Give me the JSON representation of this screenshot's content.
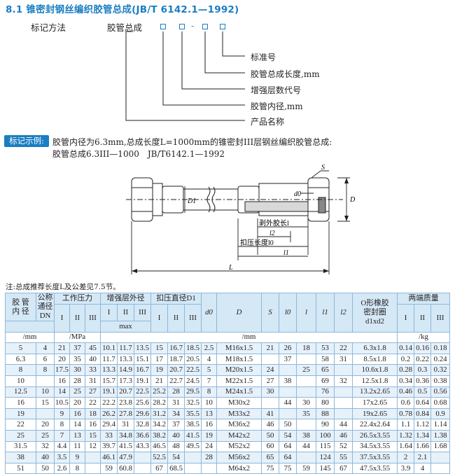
{
  "section_title": "8.1 锥密封钢丝编织胶管总成(JB/T 6142.1—1992)",
  "marking": {
    "method_label": "标记方法",
    "product_label": "胶管总成",
    "separator": "-",
    "legend": [
      "标准号",
      "胶管总成长度,mm",
      "增强层数代号",
      "胶管内径,mm",
      "产品名称"
    ]
  },
  "example": {
    "badge": "标记示例:",
    "line1": "胶管内径为6.3mm,总成长度L=1000mm的锥密封III层钢丝编织胶管总成:",
    "line2": "胶管总成6.3III—1000　JB/T6142.1—1992"
  },
  "drawing": {
    "labels": [
      "S",
      "D1",
      "d0",
      "D",
      "剥外胶长l",
      "l2",
      "扣压长度l0",
      "l1",
      "L"
    ]
  },
  "note": "注:总成推荐长度L及公差见7.5节。",
  "table": {
    "header1": [
      "胶 管\n内 径",
      "公称\n通径\nDN",
      "工作压力",
      "增强层外径",
      "扣压直径D1",
      "d0",
      "D",
      "S",
      "l0",
      "l",
      "l1",
      "l2",
      "O形橡胶\n密封圈\nd1xd2",
      "两端质量"
    ],
    "roman": [
      "I",
      "II",
      "III"
    ],
    "max_label": "max",
    "units": {
      "mm1": "/mm",
      "mpa": "/MPa",
      "mm2": "/mm",
      "kg": "/kg"
    },
    "rows": [
      [
        "5",
        "4",
        "21",
        "37",
        "45",
        "10.1",
        "11.7",
        "13.5",
        "15",
        "16.7",
        "18.5",
        "2.5",
        "M16x1.5",
        "21",
        "26",
        "18",
        "53",
        "22",
        "6.3x1.8",
        "0.14",
        "0.16",
        "0.18"
      ],
      [
        "6.3",
        "6",
        "20",
        "35",
        "40",
        "11.7",
        "13.3",
        "15.1",
        "17",
        "18.7",
        "20.5",
        "4",
        "M18x1.5",
        "",
        "37",
        "",
        "58",
        "31",
        "8.5x1.8",
        "0.2",
        "0.22",
        "0.24"
      ],
      [
        "8",
        "8",
        "17.5",
        "30",
        "33",
        "13.3",
        "14.9",
        "16.7",
        "19",
        "20.7",
        "22.5",
        "5",
        "M20x1.5",
        "24",
        "",
        "25",
        "65",
        "",
        "10.6x1.8",
        "0.28",
        "0.3",
        "0.32"
      ],
      [
        "10",
        "",
        "16",
        "28",
        "31",
        "15.7",
        "17.3",
        "19.1",
        "21",
        "22.7",
        "24.5",
        "7",
        "M22x1.5",
        "27",
        "38",
        "",
        "69",
        "32",
        "12.5x1.8",
        "0.34",
        "0.36",
        "0.38"
      ],
      [
        "12.5",
        "10",
        "14",
        "25",
        "27",
        "19.1",
        "20.7",
        "22.5",
        "25.2",
        "28",
        "29.5",
        "8",
        "M24x1.5",
        "30",
        "",
        "",
        "76",
        "",
        "13.2x2.65",
        "0.46",
        "0.5",
        "0.56"
      ],
      [
        "16",
        "15",
        "10.5",
        "20",
        "22",
        "22.2",
        "23.8",
        "25.6",
        "28.2",
        "31",
        "32.5",
        "10",
        "M30x2",
        "",
        "44",
        "30",
        "80",
        "",
        "17x2.65",
        "0.6",
        "0.64",
        "0.68"
      ],
      [
        "19",
        "",
        "9",
        "16",
        "18",
        "26.2",
        "27.8",
        "29.6",
        "31.2",
        "34",
        "35.5",
        "13",
        "M33x2",
        "41",
        "",
        "35",
        "88",
        "",
        "19x2.65",
        "0.78",
        "0.84",
        "0.9"
      ],
      [
        "22",
        "20",
        "8",
        "14",
        "16",
        "29.4",
        "31",
        "32.8",
        "34.2",
        "37",
        "38.5",
        "16",
        "M36x2",
        "46",
        "50",
        "",
        "90",
        "44",
        "22.4x2.64",
        "1.1",
        "1.12",
        "1.14"
      ],
      [
        "25",
        "25",
        "7",
        "13",
        "15",
        "33",
        "34.8",
        "36.6",
        "38.2",
        "40",
        "41.5",
        "19",
        "M42x2",
        "50",
        "54",
        "38",
        "100",
        "46",
        "26.5x3.55",
        "1.32",
        "1.34",
        "1.38"
      ],
      [
        "31.5",
        "32",
        "4.4",
        "11",
        "12",
        "39.7",
        "41.5",
        "43.3",
        "46.5",
        "48",
        "49.5",
        "24",
        "M52x2",
        "60",
        "64",
        "44",
        "115",
        "52",
        "34.5x3.55",
        "1.64",
        "1.66",
        "1.68"
      ],
      [
        "38",
        "40",
        "3.5",
        "9",
        "",
        "46.1",
        "47.9",
        "",
        "52.5",
        "54",
        "",
        "28",
        "M56x2",
        "65",
        "64",
        "",
        "124",
        "55",
        "37.5x3.55",
        "2",
        "2.1",
        ""
      ],
      [
        "51",
        "50",
        "2.6",
        "8",
        "",
        "59",
        "60.8",
        "",
        "67",
        "68.5",
        "",
        "",
        "M64x2",
        "75",
        "75",
        "59",
        "145",
        "67",
        "47.5x3.55",
        "3.9",
        "4",
        ""
      ]
    ],
    "dash": "—"
  }
}
